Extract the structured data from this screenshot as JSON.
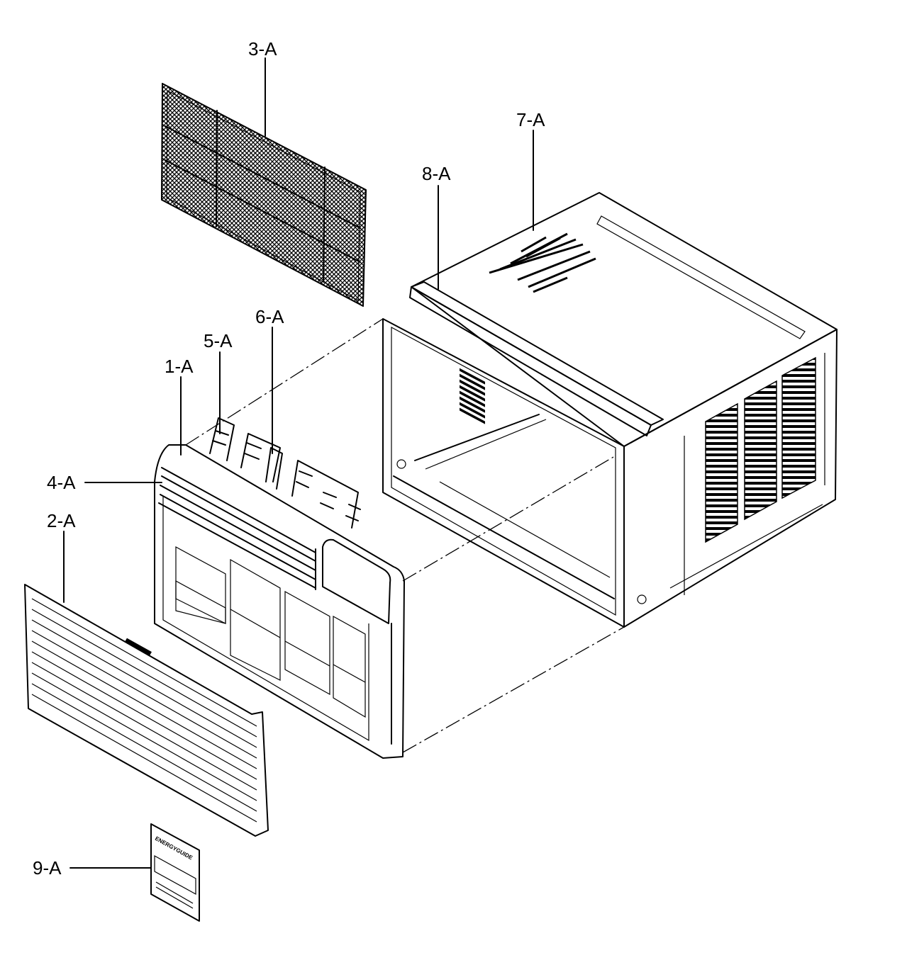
{
  "callouts": {
    "c1": "1-A",
    "c2": "2-A",
    "c3": "3-A",
    "c4": "4-A",
    "c5": "5-A",
    "c6": "6-A",
    "c7": "7-A",
    "c8": "8-A",
    "c9": "9-A"
  },
  "label_plate": {
    "brand": "ENERGYGUIDE"
  },
  "colors": {
    "ink": "#000000",
    "paper": "#ffffff"
  }
}
